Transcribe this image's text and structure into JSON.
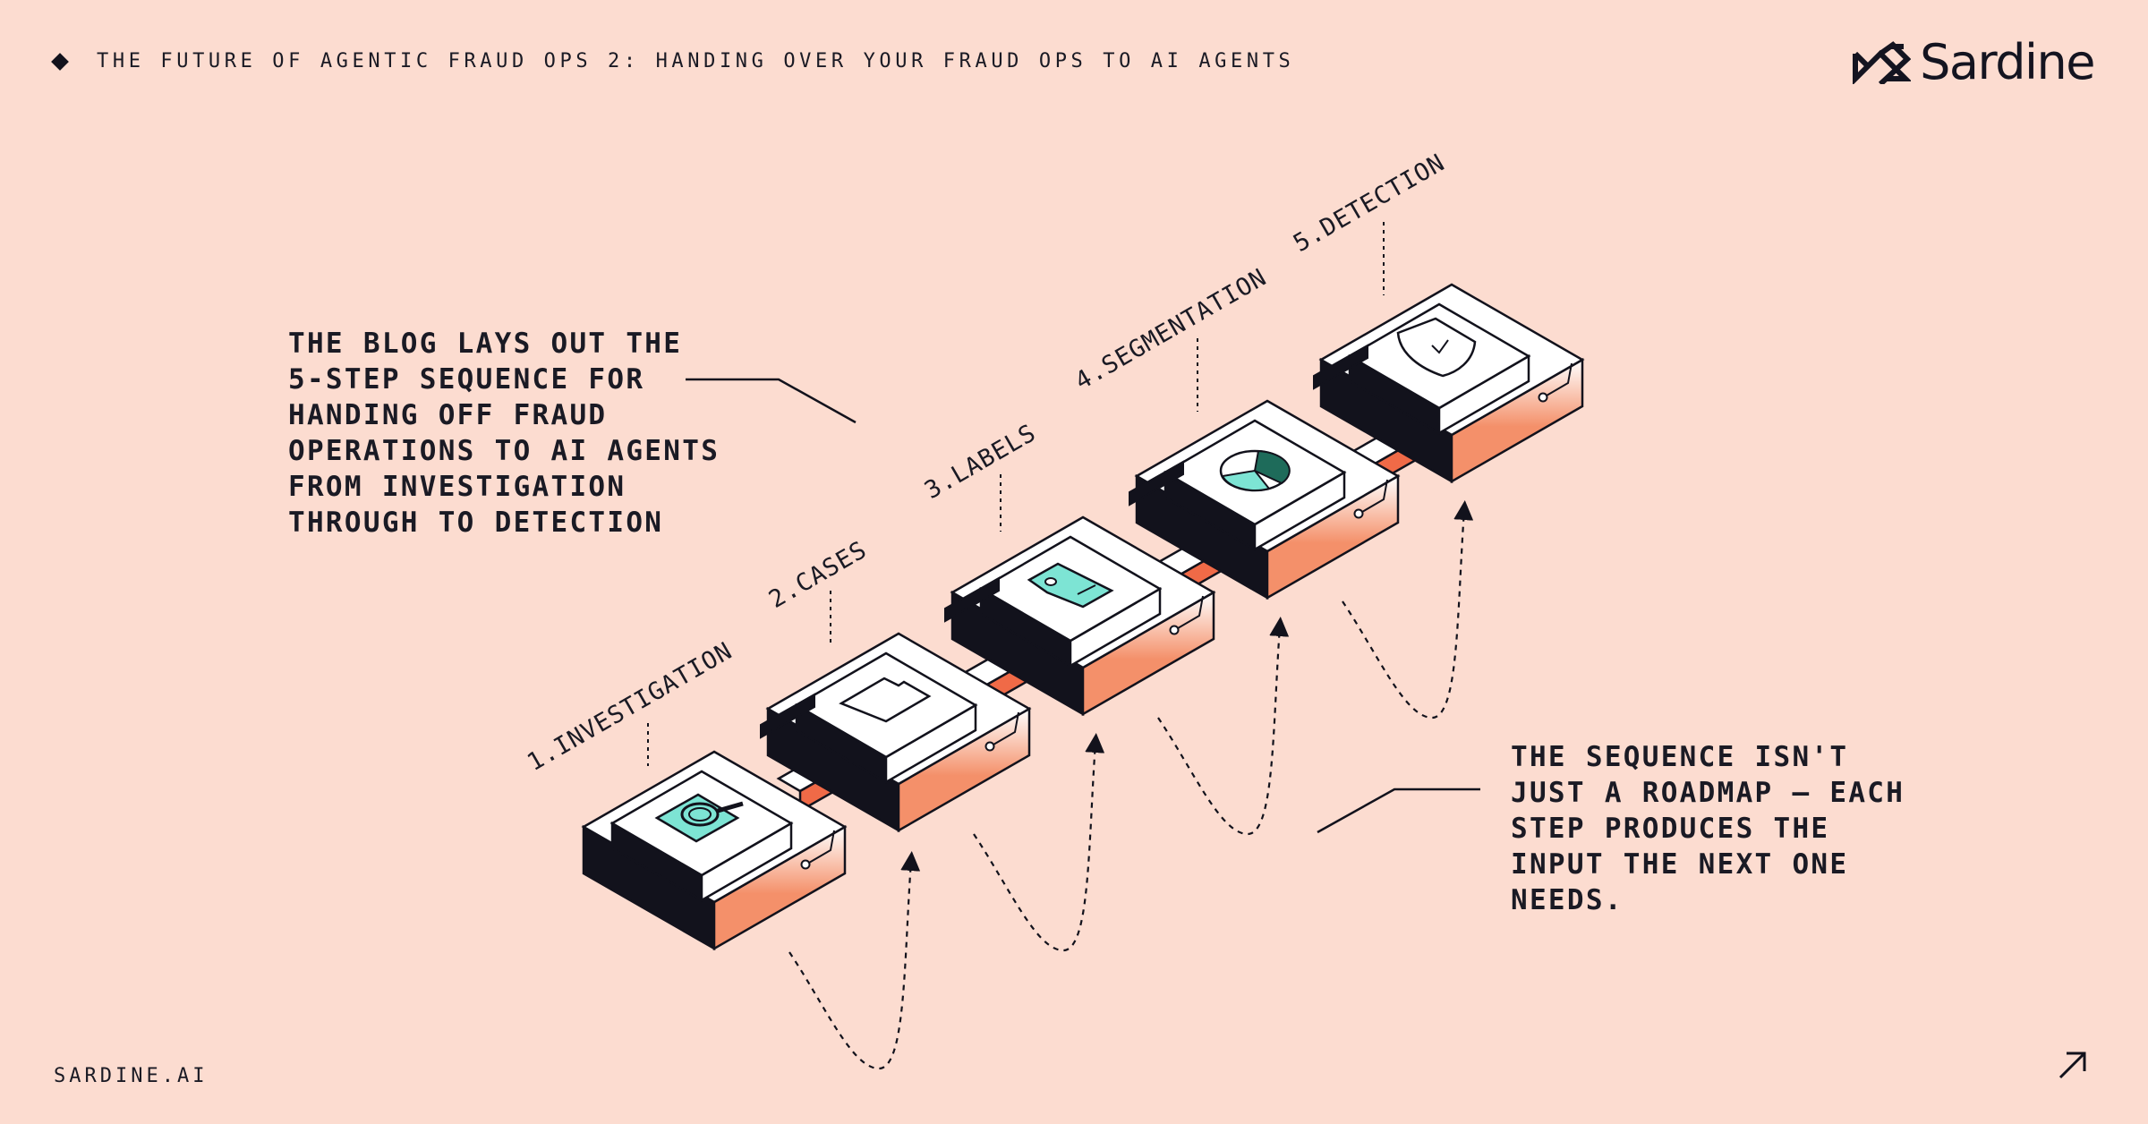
{
  "header": {
    "title": "THE FUTURE OF AGENTIC FRAUD OPS 2: HANDING OVER YOUR FRAUD OPS TO AI AGENTS",
    "bullet_icon": "diamond-icon"
  },
  "brand": {
    "name": "Sardine",
    "logo_icon": "sardine-logo-icon"
  },
  "callouts": {
    "left": "THE BLOG LAYS OUT THE\n5-STEP SEQUENCE FOR\nHANDING OFF FRAUD\nOPERATIONS TO AI AGENTS\nFROM INVESTIGATION\nTHROUGH TO DETECTION",
    "right": "THE SEQUENCE ISN'T\nJUST A ROADMAP — EACH\nSTEP PRODUCES THE\nINPUT THE NEXT ONE\nNEEDS."
  },
  "steps": [
    {
      "label": "1.INVESTIGATION",
      "icon": "magnifier-icon"
    },
    {
      "label": "2.CASES",
      "icon": "folder-icon"
    },
    {
      "label": "3.LABELS",
      "icon": "tag-icon"
    },
    {
      "label": "4.SEGMENTATION",
      "icon": "pie-chart-icon"
    },
    {
      "label": "5.DETECTION",
      "icon": "shield-check-icon"
    }
  ],
  "footer": {
    "url": "SARDINE.AI",
    "link_icon": "arrow-up-right-icon"
  },
  "colors": {
    "background": "#fcdcd0",
    "ink": "#12121c",
    "orange": "#f4906a",
    "red_orange": "#f06a47",
    "teal": "#7de4d4",
    "dark_teal": "#1e6b5a"
  }
}
